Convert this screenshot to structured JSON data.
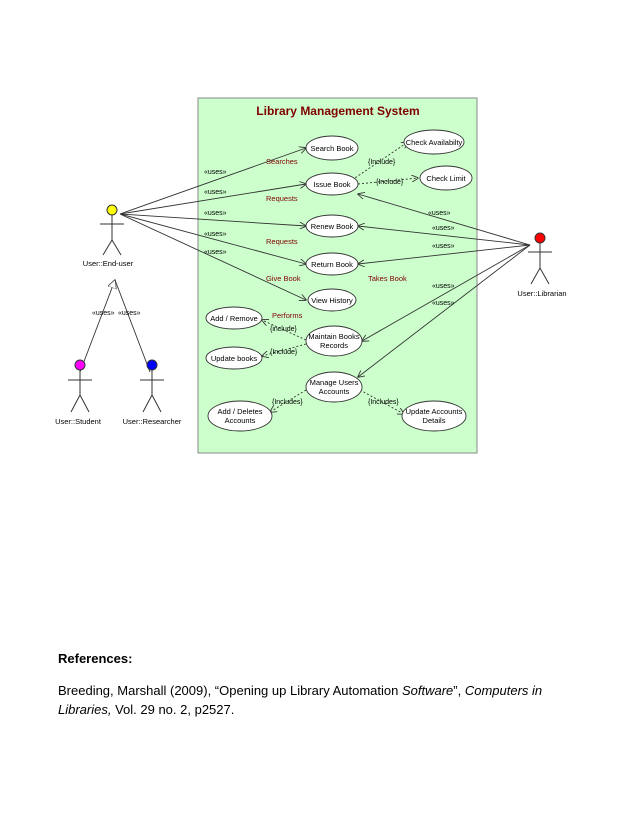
{
  "diagram": {
    "title": "Library Management System",
    "actors": {
      "end_user": "User::End-user",
      "student": "User::Student",
      "researcher": "User::Researcher",
      "librarian": "User::Librarian"
    },
    "use_cases": {
      "search_book": "Search Book",
      "check_availability": "Check Availabilty",
      "issue_book": "Issue Book",
      "check_limit": "Check Limit",
      "renew_book": "Renew Book",
      "return_book": "Return Book",
      "view_history": "View History",
      "add_remove": "Add / Remove",
      "maintain_books_1": "Maintain Books",
      "maintain_books_2": "Records",
      "update_books": "Update books",
      "manage_users_1": "Manage Users",
      "manage_users_2": "Accounts",
      "add_deletes_1": "Add / Deletes",
      "add_deletes_2": "Accounts",
      "update_accounts_1": "Update Accounts",
      "update_accounts_2": "Details"
    },
    "labels": {
      "uses": "«uses»",
      "searches": "Searches",
      "requests": "Requests",
      "give_book": "Give Book",
      "takes_book": "Takes Book",
      "performs": "Performs",
      "include_cap": "{Include}",
      "include_lower": "{include}",
      "includes": "{Includes}"
    },
    "colors": {
      "system_fill": "#ccffcc",
      "title": "#800000",
      "relation_label": "#800000",
      "end_user_head": "#ffff00",
      "student_head": "#ff00ff",
      "researcher_head": "#0000ff",
      "librarian_head": "#ff0000"
    }
  },
  "references": {
    "heading": "References:",
    "text_1": "Breeding, Marshall (2009), “Opening up Library Automation ",
    "text_italic_1": "Software",
    "text_2": "”,  ",
    "text_italic_2": "Computers in Libraries,",
    "text_3": " Vol. 29 no. 2, p2527."
  }
}
